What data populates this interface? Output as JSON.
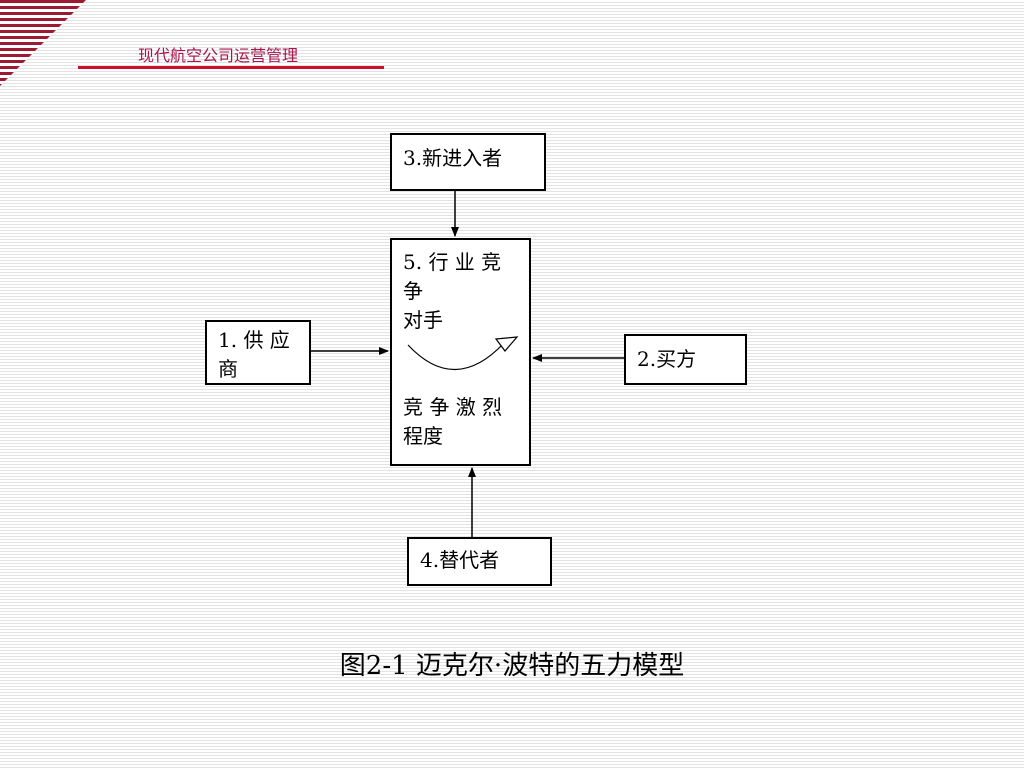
{
  "header": {
    "title": "现代航空公司运营管理"
  },
  "diagram": {
    "new_entrants": "3.新进入者",
    "rivalry": {
      "line1": "5. 行 业 竞",
      "line2": "争",
      "line3": "对手",
      "line4": "竞 争 激 烈",
      "line5": "程度"
    },
    "supplier": {
      "line1": "1. 供 应",
      "line2": "商"
    },
    "buyer": "2.买方",
    "substitute": "4.替代者"
  },
  "caption": "图2-1 迈克尔·波特的五力模型",
  "colors": {
    "accent": "#c8102e",
    "header_text": "#a8154a",
    "corner_stripe": "#9b1b30"
  }
}
